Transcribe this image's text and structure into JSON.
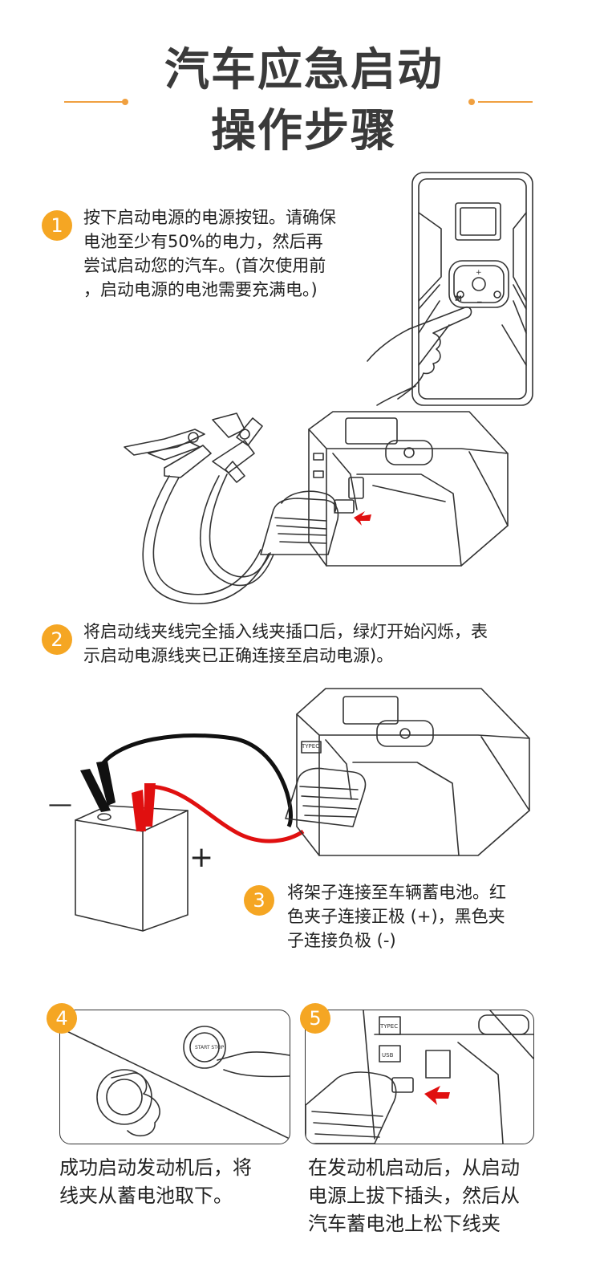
{
  "title": {
    "line1": "汽车应急启动",
    "line2": "操作步骤"
  },
  "colors": {
    "accent": "#f5a623",
    "red_clamp": "#e01010",
    "black_clamp": "#111111"
  },
  "steps": [
    {
      "number": "1",
      "text": [
        "按下启动电源的电源按钮。请确保",
        "电池至少有50%的电力，然后再",
        "尝试启动您的汽车。(首次使用前",
        "，启动电源的电池需要充满电。)"
      ]
    },
    {
      "number": "2",
      "text": [
        "将启动线夹线完全插入线夹插口后，绿灯开始闪烁，表",
        "示启动电源线夹已正确连接至启动电源)。"
      ]
    },
    {
      "number": "3",
      "text": [
        "将架子连接至车辆蓄电池。红",
        "色夹子连接正极 (+)，黑色夹",
        "子连接负极 (-)"
      ]
    },
    {
      "number": "4",
      "text": [
        "成功启动发动机后，将",
        "线夹从蓄电池取下。"
      ]
    },
    {
      "number": "5",
      "text": [
        "在发动机启动后，从启动",
        "电源上拔下插头，然后从",
        "汽车蓄电池上松下线夹"
      ]
    }
  ],
  "illustrations": {
    "polarity_negative": "—",
    "polarity_positive": "+",
    "device_m_label": "M",
    "button_plus": "+",
    "button_minus": "−",
    "port_label_typec": "TYPEC",
    "port_label_usb": "USB",
    "start_stop_label": "START STOP"
  }
}
